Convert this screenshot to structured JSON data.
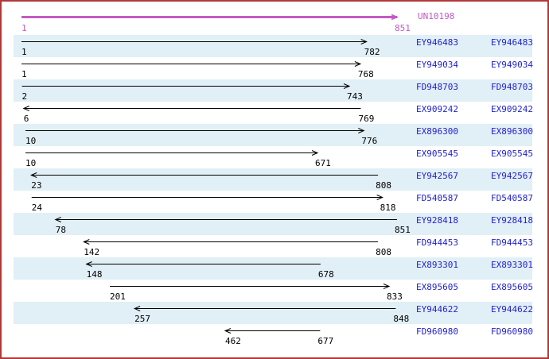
{
  "reference": {
    "name": "UN10198",
    "start": 1,
    "end": 851,
    "strand": "+"
  },
  "alignments": [
    {
      "acc": "EY946483",
      "start": 1,
      "end": 782,
      "strand": "+"
    },
    {
      "acc": "EY949034",
      "start": 1,
      "end": 768,
      "strand": "+"
    },
    {
      "acc": "FD948703",
      "start": 2,
      "end": 743,
      "strand": "+"
    },
    {
      "acc": "EX909242",
      "start": 6,
      "end": 769,
      "strand": "-"
    },
    {
      "acc": "EX896300",
      "start": 10,
      "end": 776,
      "strand": "+"
    },
    {
      "acc": "EX905545",
      "start": 10,
      "end": 671,
      "strand": "+"
    },
    {
      "acc": "EY942567",
      "start": 23,
      "end": 808,
      "strand": "-"
    },
    {
      "acc": "FD540587",
      "start": 24,
      "end": 818,
      "strand": "+"
    },
    {
      "acc": "EY928418",
      "start": 78,
      "end": 851,
      "strand": "-"
    },
    {
      "acc": "FD944453",
      "start": 142,
      "end": 808,
      "strand": "-"
    },
    {
      "acc": "EX893301",
      "start": 148,
      "end": 678,
      "strand": "-"
    },
    {
      "acc": "EX895605",
      "start": 201,
      "end": 833,
      "strand": "+"
    },
    {
      "acc": "EY944622",
      "start": 257,
      "end": 848,
      "strand": "-"
    },
    {
      "acc": "FD960980",
      "start": 462,
      "end": 677,
      "strand": "-"
    }
  ],
  "colors": {
    "reference": "#c45ac4",
    "accession": "#2222cc",
    "alignment_arrow": "#000000",
    "band": "#e1eff6",
    "border": "#b23737"
  }
}
